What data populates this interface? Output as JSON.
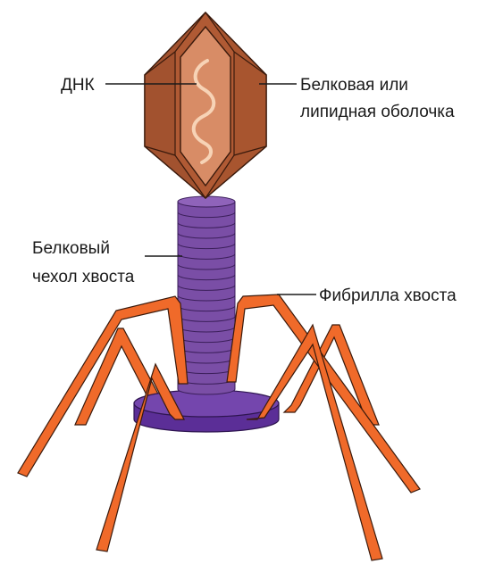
{
  "labels": {
    "dna": "ДНК",
    "envelope_line1": "Белковая или",
    "envelope_line2": "липидная оболочка",
    "sheath_line1": "Белковый",
    "sheath_line2": "чехол хвоста",
    "fibril": "Фибрилла хвоста"
  },
  "parts": {
    "head": "capsid",
    "dna": "dna-strand",
    "tail": "tail-sheath",
    "baseplate": "base-plate",
    "fibers": "tail-fibers"
  },
  "colors": {
    "head_outer": "#b05a34",
    "head_face": "#c86c45",
    "head_inner": "#d88c66",
    "head_stroke": "#3a1a0c",
    "dna": "#f7d3b6",
    "tail": "#7a4ea6",
    "tail_top": "#8f63ba",
    "tail_stroke": "#3b1f5a",
    "base": "#5b2e97",
    "base_top": "#7446ad",
    "fiber": "#f06a2a",
    "fiber_stroke": "#3a1a0c"
  }
}
